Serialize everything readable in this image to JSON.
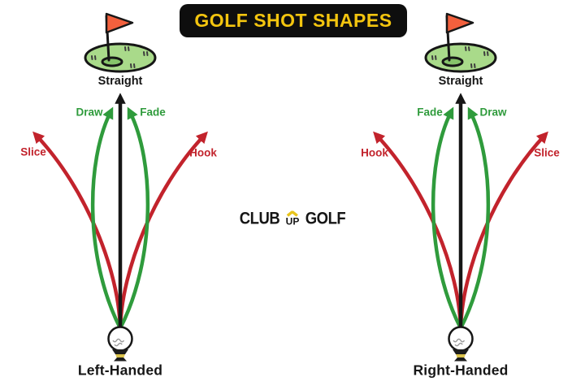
{
  "title": "GOLF SHOT SHAPES",
  "logo": {
    "club": "CLUB",
    "up": "UP",
    "golf": "GOLF"
  },
  "colors": {
    "banner_background": "#0e0e0e",
    "banner_text": "#f3c50f",
    "straight_arrow": "#161616",
    "draw_fade_arrows": "#2f9b3c",
    "slice_hook_arrows": "#c2232c",
    "green_fill": "#a9da8a",
    "green_hole_fill": "#86c46a",
    "flag": "#f2603d",
    "tee_yellow": "#d9c14b",
    "logo_chevron": "#e8c41c"
  },
  "diagrams": [
    {
      "side": "left",
      "handedness": "Left-Handed",
      "target": "Straight",
      "inner_left": "Draw",
      "inner_right": "Fade",
      "outer_left": "Slice",
      "outer_right": "Hook"
    },
    {
      "side": "right",
      "handedness": "Right-Handed",
      "target": "Straight",
      "inner_left": "Fade",
      "inner_right": "Draw",
      "outer_left": "Hook",
      "outer_right": "Slice"
    }
  ]
}
